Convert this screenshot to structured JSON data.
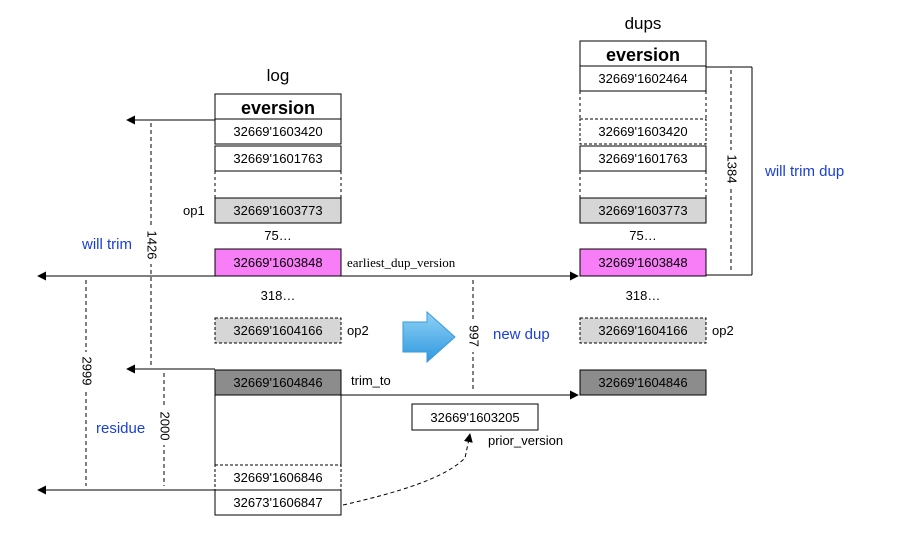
{
  "log": {
    "title": "log",
    "header": "eversion",
    "rows": [
      "32669'1603420",
      "32669'1601763",
      "32669'1603773",
      "75…",
      "32669'1603848",
      "318…",
      "32669'1604166",
      "32669'1604846",
      "32669'1606846",
      "32673'1606847"
    ],
    "op1_label": "op1",
    "op2_label": "op2"
  },
  "dups": {
    "title": "dups",
    "header": "eversion",
    "rows": [
      "32669'1602464",
      "32669'1603420",
      "32669'1601763",
      "32669'1603773",
      "75…",
      "32669'1603848",
      "318…",
      "32669'1604166",
      "32669'1604846"
    ],
    "op2_label": "op2"
  },
  "labels": {
    "will_trim": "will trim",
    "residue": "residue",
    "new_dup": "new dup",
    "will_trim_dup": "will trim dup",
    "earliest_dup_version": "earliest_dup_version",
    "trim_to": "trim_to",
    "prior_version_value": "32669'1603205",
    "prior_version": "prior_version"
  },
  "counts": {
    "c1426": "1426",
    "c2999": "2999",
    "c2000": "2000",
    "c997": "997",
    "c1384": "1384"
  },
  "colors": {
    "magenta": "#f77ef7",
    "light_gray": "#d6d6d6",
    "dark_gray": "#8c8c8c",
    "blue_text": "#1a3fd6",
    "arrow_blue": "#4ab3ec"
  }
}
